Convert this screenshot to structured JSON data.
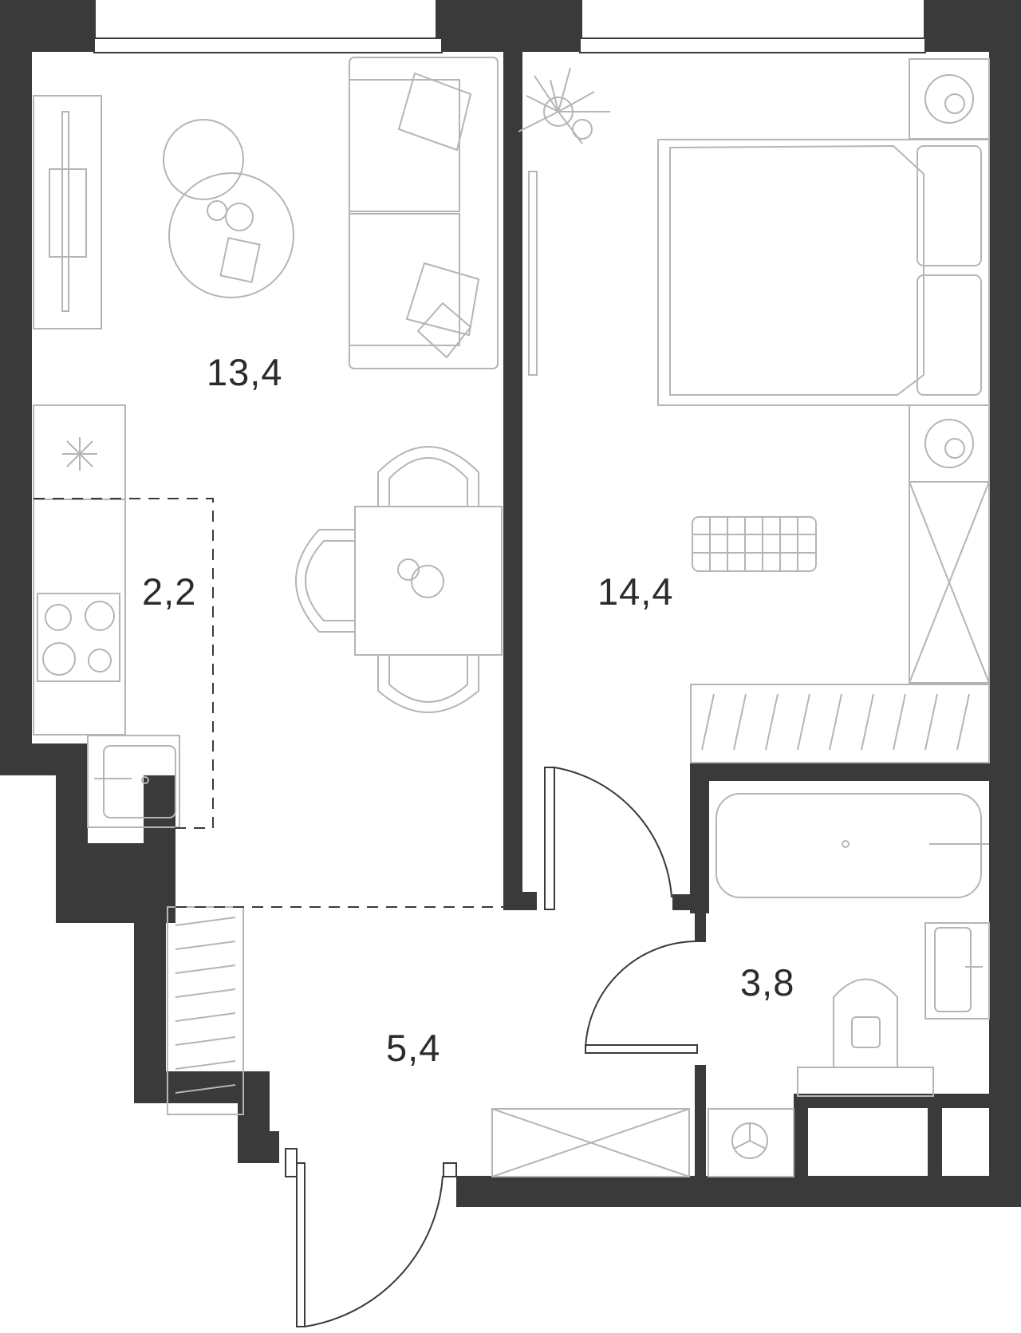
{
  "rooms": {
    "living_kitchen": "13,4",
    "bedroom": "14,4",
    "kitchen_zone": "2,2",
    "bathroom": "3,8",
    "hallway": "5,4"
  },
  "colors": {
    "wall": "#3a3a3a",
    "furniture": "#b5b5b5",
    "text": "#2b2b2b"
  }
}
